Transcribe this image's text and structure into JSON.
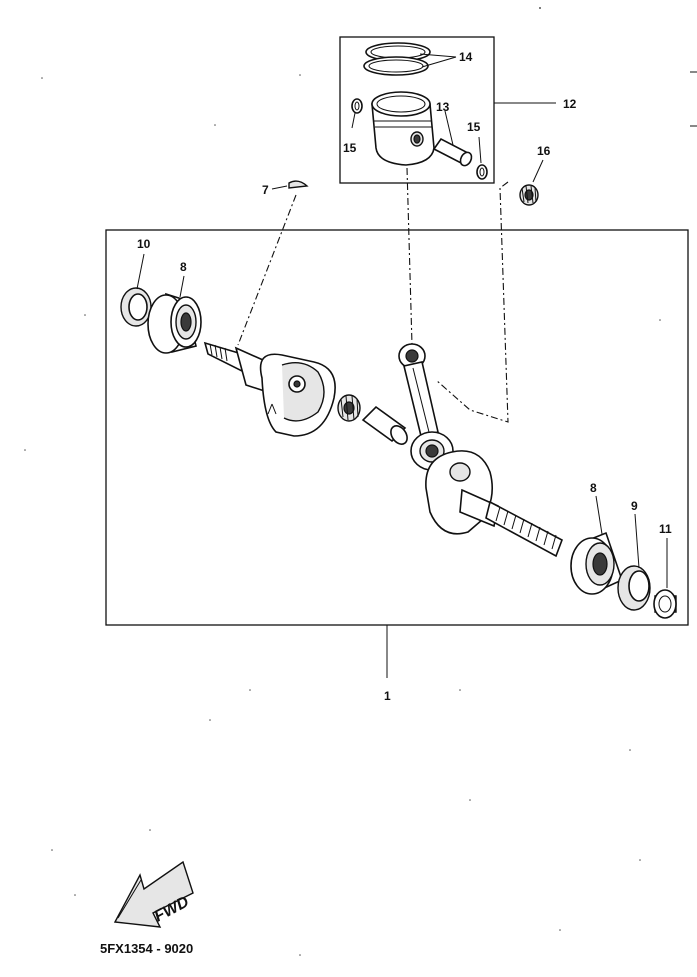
{
  "diagram": {
    "drawing_code": "5FX1354 - 9020",
    "direction_arrow_text": "FWD",
    "callouts": [
      {
        "id": "c1",
        "text": "1"
      },
      {
        "id": "c7",
        "text": "7"
      },
      {
        "id": "c8a",
        "text": "8"
      },
      {
        "id": "c8b",
        "text": "8"
      },
      {
        "id": "c9",
        "text": "9"
      },
      {
        "id": "c10",
        "text": "10"
      },
      {
        "id": "c11",
        "text": "11"
      },
      {
        "id": "c12",
        "text": "12"
      },
      {
        "id": "c13",
        "text": "13"
      },
      {
        "id": "c14",
        "text": "14"
      },
      {
        "id": "c15a",
        "text": "15"
      },
      {
        "id": "c15b",
        "text": "15"
      },
      {
        "id": "c16",
        "text": "16"
      }
    ]
  }
}
